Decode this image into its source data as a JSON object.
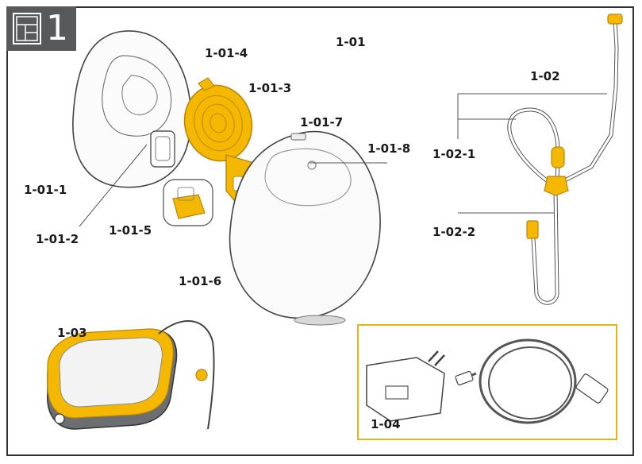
{
  "badge": {
    "number": "1",
    "icon": "manual-pages-icon"
  },
  "labels": {
    "part_1_01": "1-01",
    "part_1_01_1": "1-01-1",
    "part_1_01_2": "1-01-2",
    "part_1_01_3": "1-01-3",
    "part_1_01_4": "1-01-4",
    "part_1_01_5": "1-01-5",
    "part_1_01_6": "1-01-6",
    "part_1_01_7": "1-01-7",
    "part_1_01_8": "1-01-8",
    "part_1_02": "1-02",
    "part_1_02_1": "1-02-1",
    "part_1_02_2": "1-02-2",
    "part_1_03": "1-03",
    "part_1_04": "1-04"
  },
  "colors": {
    "accent_yellow": "#f5b800",
    "accent_yellow_dark": "#d99a00",
    "outline": "#333333",
    "badge_gray": "#58595b",
    "box_border": "#e7b415",
    "device_gray": "#6d6e71"
  }
}
